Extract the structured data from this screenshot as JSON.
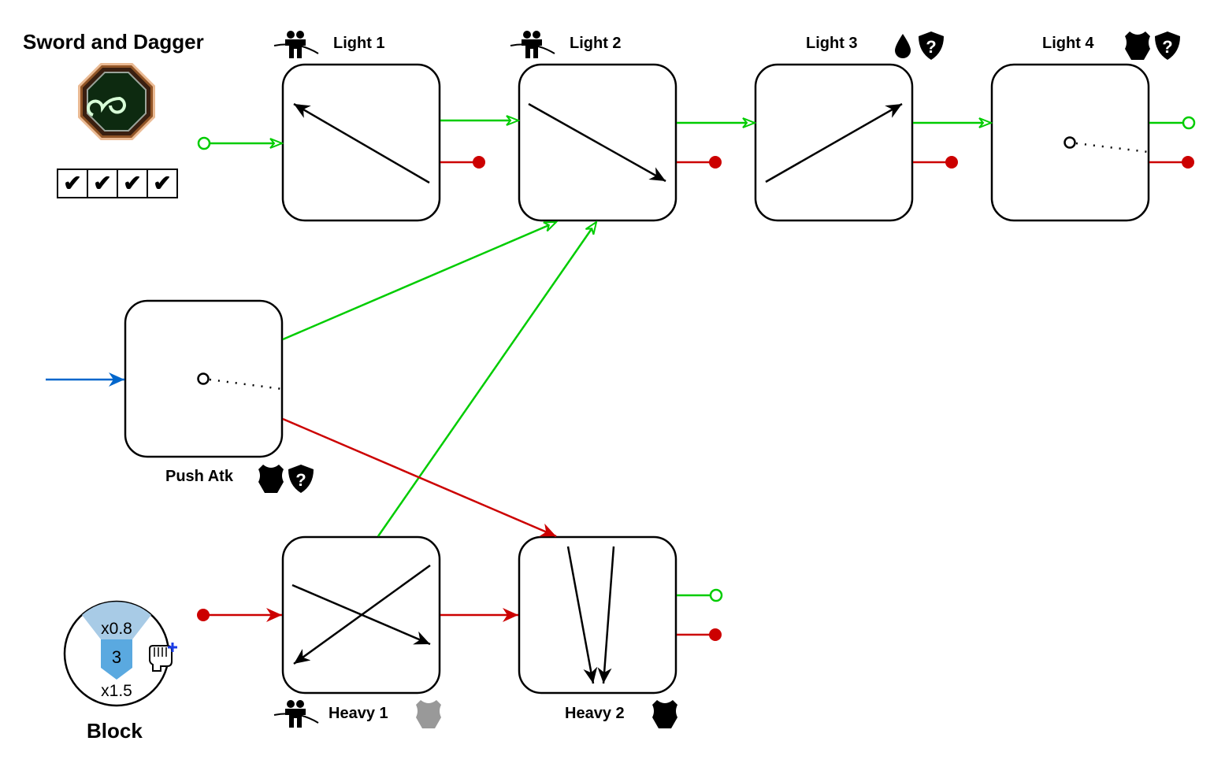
{
  "weapon": {
    "title": "Sword and Dagger",
    "emblem_icon": "green-spiral-octagon-emblem",
    "checks": [
      true,
      true,
      true,
      true
    ]
  },
  "nodes": [
    {
      "id": "light1",
      "label": "Light 1",
      "icons": [
        "parry-icon"
      ],
      "motion": "diagonal-up-left"
    },
    {
      "id": "light2",
      "label": "Light 2",
      "icons": [
        "parry-icon"
      ],
      "motion": "diagonal-down-right"
    },
    {
      "id": "light3",
      "label": "Light 3",
      "icons": [
        "bleed-drop-icon",
        "unknown-shield-icon"
      ],
      "motion": "diagonal-up-right"
    },
    {
      "id": "light4",
      "label": "Light 4",
      "icons": [
        "armor-icon",
        "unknown-shield-icon"
      ],
      "motion": "thrust"
    },
    {
      "id": "push",
      "label": "Push Atk",
      "icons": [
        "armor-icon",
        "unknown-shield-icon"
      ],
      "motion": "thrust"
    },
    {
      "id": "heavy1",
      "label": "Heavy 1",
      "icons": [
        "parry-icon",
        "armor-icon-gray"
      ],
      "motion": "cross"
    },
    {
      "id": "heavy2",
      "label": "Heavy 2",
      "icons": [
        "armor-icon"
      ],
      "motion": "double-downward"
    }
  ],
  "block": {
    "label": "Block",
    "top_multiplier": "x0.8",
    "value": "3",
    "bottom_multiplier": "x1.5",
    "icon": "fist-plus-icon"
  },
  "colors": {
    "light_link": "#00cc00",
    "heavy_link": "#cc0000",
    "entry_link": "#0066cc",
    "block_top": "#a8cbe6",
    "block_shield": "#5aa9e0",
    "armor_gray": "#999999"
  },
  "edges": [
    {
      "from": "start",
      "to": "light1",
      "type": "light"
    },
    {
      "from": "light1",
      "to": "light2",
      "type": "light"
    },
    {
      "from": "light2",
      "to": "light3",
      "type": "light"
    },
    {
      "from": "light3",
      "to": "light4",
      "type": "light"
    },
    {
      "from": "push",
      "to": "light2",
      "type": "light"
    },
    {
      "from": "heavy1",
      "to": "light2",
      "type": "light"
    },
    {
      "from": "push",
      "to": "heavy2",
      "type": "heavy"
    },
    {
      "from": "start",
      "to": "heavy1",
      "type": "heavy"
    },
    {
      "from": "heavy1",
      "to": "heavy2",
      "type": "heavy"
    },
    {
      "from": "entry",
      "to": "push",
      "type": "entry"
    }
  ]
}
